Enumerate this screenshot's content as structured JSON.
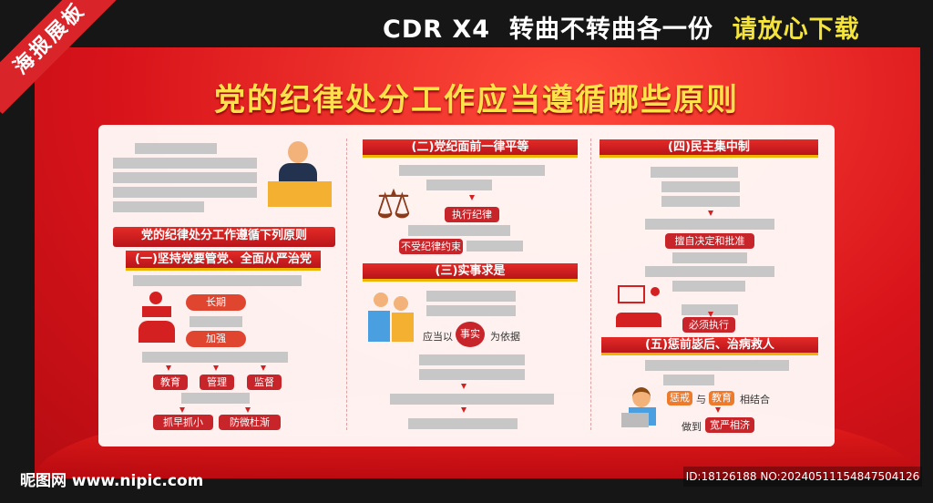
{
  "banner": {
    "format": "CDR X4",
    "desc": "转曲不转曲各一份",
    "cta": "请放心下载",
    "corner": "海报展板"
  },
  "title": "党的纪律处分工作应当遵循哪些原则",
  "col1": {
    "heading": "党的纪律处分工作遵循下列原则",
    "section": "(一)坚持党要管党、全面从严治党",
    "pills": [
      "长期",
      "加强"
    ],
    "boxes": [
      "教育",
      "管理",
      "监督"
    ],
    "boxes2": [
      "抓早抓小",
      "防微杜渐"
    ]
  },
  "col2": {
    "section1": "(二)党纪面前一律平等",
    "box1": "执行纪律",
    "box2": "不受纪律约束",
    "section2": "(三)实事求是",
    "prefix": "应当以",
    "highlight": "事实",
    "suffix": "为依据"
  },
  "col3": {
    "section1": "(四)民主集中制",
    "box1": "擅自决定和批准",
    "box2": "必须执行",
    "section2": "(五)惩前毖后、治病救人",
    "o1": "惩戒",
    "and": "与",
    "o2": "教育",
    "combine": "相结合",
    "doto": "做到",
    "box3": "宽严相济"
  },
  "footer": {
    "site": "昵图网 www.nipic.com",
    "id": "ID:18126188 NO:20240511154847504126"
  }
}
